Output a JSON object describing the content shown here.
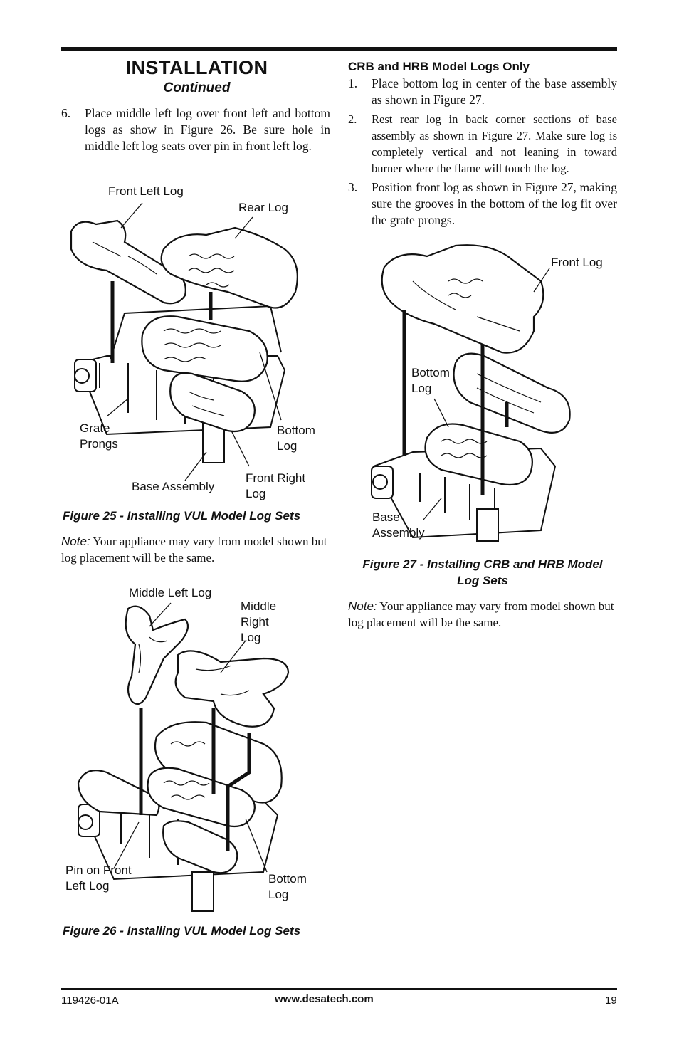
{
  "header": {
    "title": "INSTALLATION",
    "subtitle": "Continued"
  },
  "left": {
    "step6": {
      "number": "6.",
      "text": "Place middle left log over front left and bottom logs as show in Figure 26. Be sure hole in middle left log seats over pin in front left log."
    },
    "fig25": {
      "labels": {
        "front_left_log": "Front Left Log",
        "rear_log": "Rear Log",
        "grate_prongs": "Grate\nProngs",
        "bottom_log": "Bottom\nLog",
        "base_assembly": "Base Assembly",
        "front_right_log": "Front Right\nLog"
      },
      "caption": "Figure 25 - Installing VUL Model Log Sets"
    },
    "note": {
      "label": "Note:",
      "text": " Your appliance may vary from model shown but log placement will be the same."
    },
    "fig26": {
      "labels": {
        "middle_left_log": "Middle Left Log",
        "middle_right_log": "Middle\nRight\nLog",
        "pin_on_front_left_log": "Pin on Front\nLeft Log",
        "bottom_log": "Bottom\nLog"
      },
      "caption": "Figure 26 - Installing VUL Model Log Sets"
    }
  },
  "right": {
    "heading": "CRB and HRB Model Logs Only",
    "steps": [
      {
        "number": "1.",
        "text": "Place bottom log in center of the base assembly as shown in Figure 27."
      },
      {
        "number": "2.",
        "text": "Rest rear log in back corner sections of base assembly as shown in Figure 27. Make sure log is completely vertical and not leaning in toward burner where the flame will touch the log."
      },
      {
        "number": "3.",
        "text": "Position front log as shown in Figure 27, making sure the grooves in the bottom of the log fit over the grate prongs."
      }
    ],
    "fig27": {
      "labels": {
        "front_log": "Front Log",
        "bottom_log": "Bottom\nLog",
        "base_assembly": "Base\nAssembly"
      },
      "caption": "Figure 27 - Installing CRB and HRB Model\nLog Sets"
    },
    "note": {
      "label": "Note:",
      "text": " Your appliance may vary from model shown but log placement will be the same."
    }
  },
  "footer": {
    "part_number": "119426-01A",
    "url": "www.desatech.com",
    "page": "19"
  }
}
